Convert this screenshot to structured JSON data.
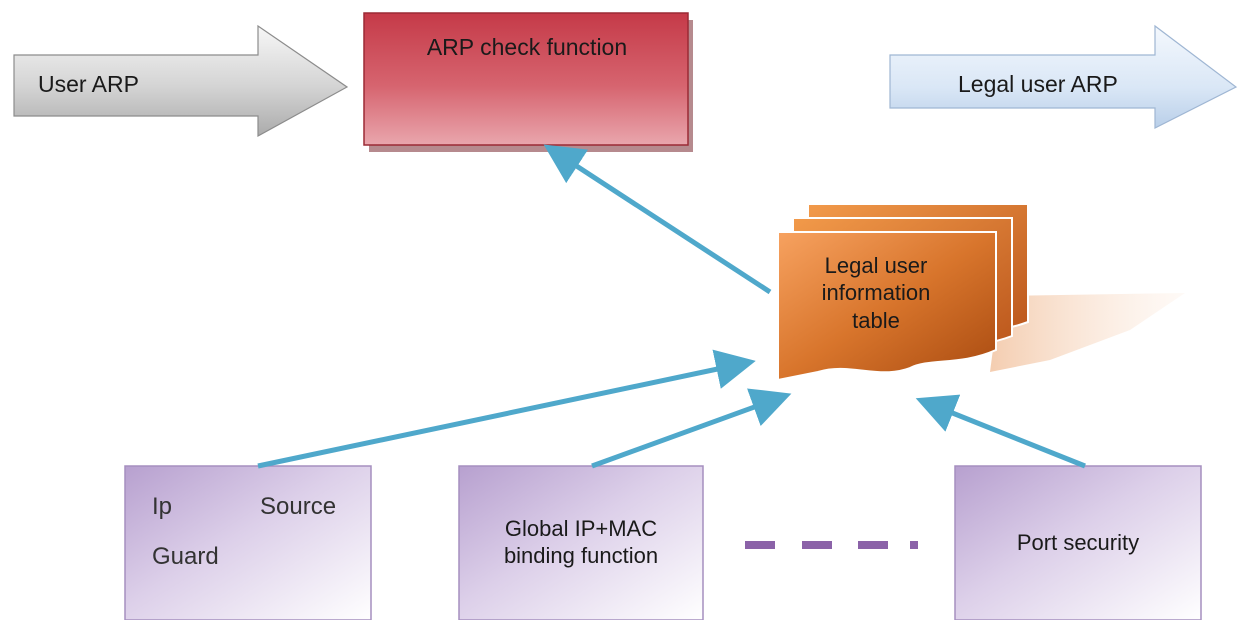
{
  "arrows": {
    "input_label": "User ARP",
    "output_label": "Legal user ARP"
  },
  "check_box": {
    "label": "ARP check function"
  },
  "info_table": {
    "label": "Legal user\ninformation\ntable"
  },
  "sources": {
    "ip_source_guard": {
      "words": [
        "Ip",
        "Source",
        "Guard"
      ]
    },
    "global_binding": {
      "label": "Global IP+MAC\nbinding function"
    },
    "port_security": {
      "label": "Port security"
    }
  },
  "colors": {
    "connector": "#4fa8cb",
    "check_box": "#cf5a66",
    "info_table": "#d8752c",
    "source_box": "#c9b6dc",
    "ellipsis_dash": "#8b62a8",
    "input_arrow": "#c9c9c9",
    "output_arrow": "#d7e5f6"
  }
}
